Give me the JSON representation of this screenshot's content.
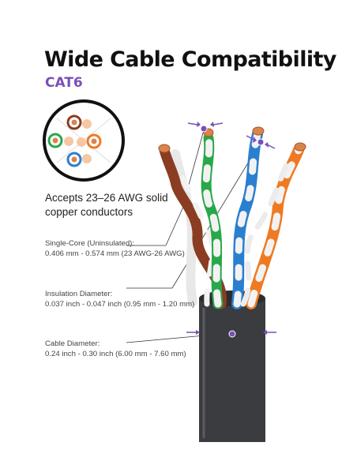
{
  "title": "Wide Cable Compatibility",
  "subtitle": "CAT6",
  "accepts": {
    "line1": "Accepts 23–26 AWG solid",
    "line2": "copper conductors"
  },
  "specs": [
    {
      "label": "Single-Core (Uninsulated):",
      "value": "0.406 mm - 0.574 mm (23 AWG-26 AWG)"
    },
    {
      "label": "Insulation Diameter:",
      "value": "0.037 inch - 0.047 inch (0.95 mm - 1.20 mm)"
    },
    {
      "label": "Cable Diameter:",
      "value": "0.24 inch - 0.30 inch (6.00 mm - 7.60 mm)"
    }
  ],
  "colors": {
    "accent": "#7a4fb8",
    "jacket": "#3a3c40",
    "brown": "#8a3d22",
    "green": "#28a84a",
    "blue": "#2b7fd0",
    "orange": "#ef7a22",
    "copper": "#d9844a"
  }
}
